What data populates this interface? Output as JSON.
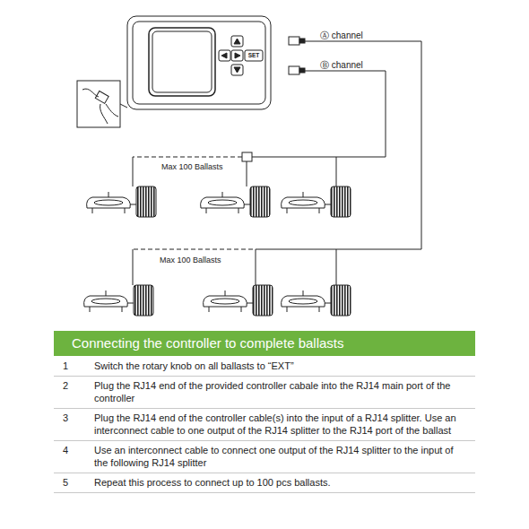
{
  "diagram": {
    "nodes": [
      {
        "text": [
          "Connecting the controller to complete ballasts"
        ]
      }
    ],
    "labels": [
      "Ⓐ channel",
      "Ⓑ channel",
      "SET",
      "Max 100 Ballasts",
      "Max 100 Ballasts",
      "1",
      "Switch the rotary knob on all ballasts to “EXT”",
      "2",
      "Plug the RJ14 end of the provided controller cabale into the RJ14 main port of the controller",
      "3",
      "Plug the RJ14 end of the controller cable(s) into the input of a RJ14 splitter. Use an interconnect cable to one output of the RJ14 splitter to the RJ14 port of the ballast",
      "4",
      "Use an interconnect cable to connect one output of the RJ14 splitter to the input of the following RJ14 splitter",
      "5",
      "Repeat this process to connect up to 100 pcs ballasts."
    ]
  }
}
